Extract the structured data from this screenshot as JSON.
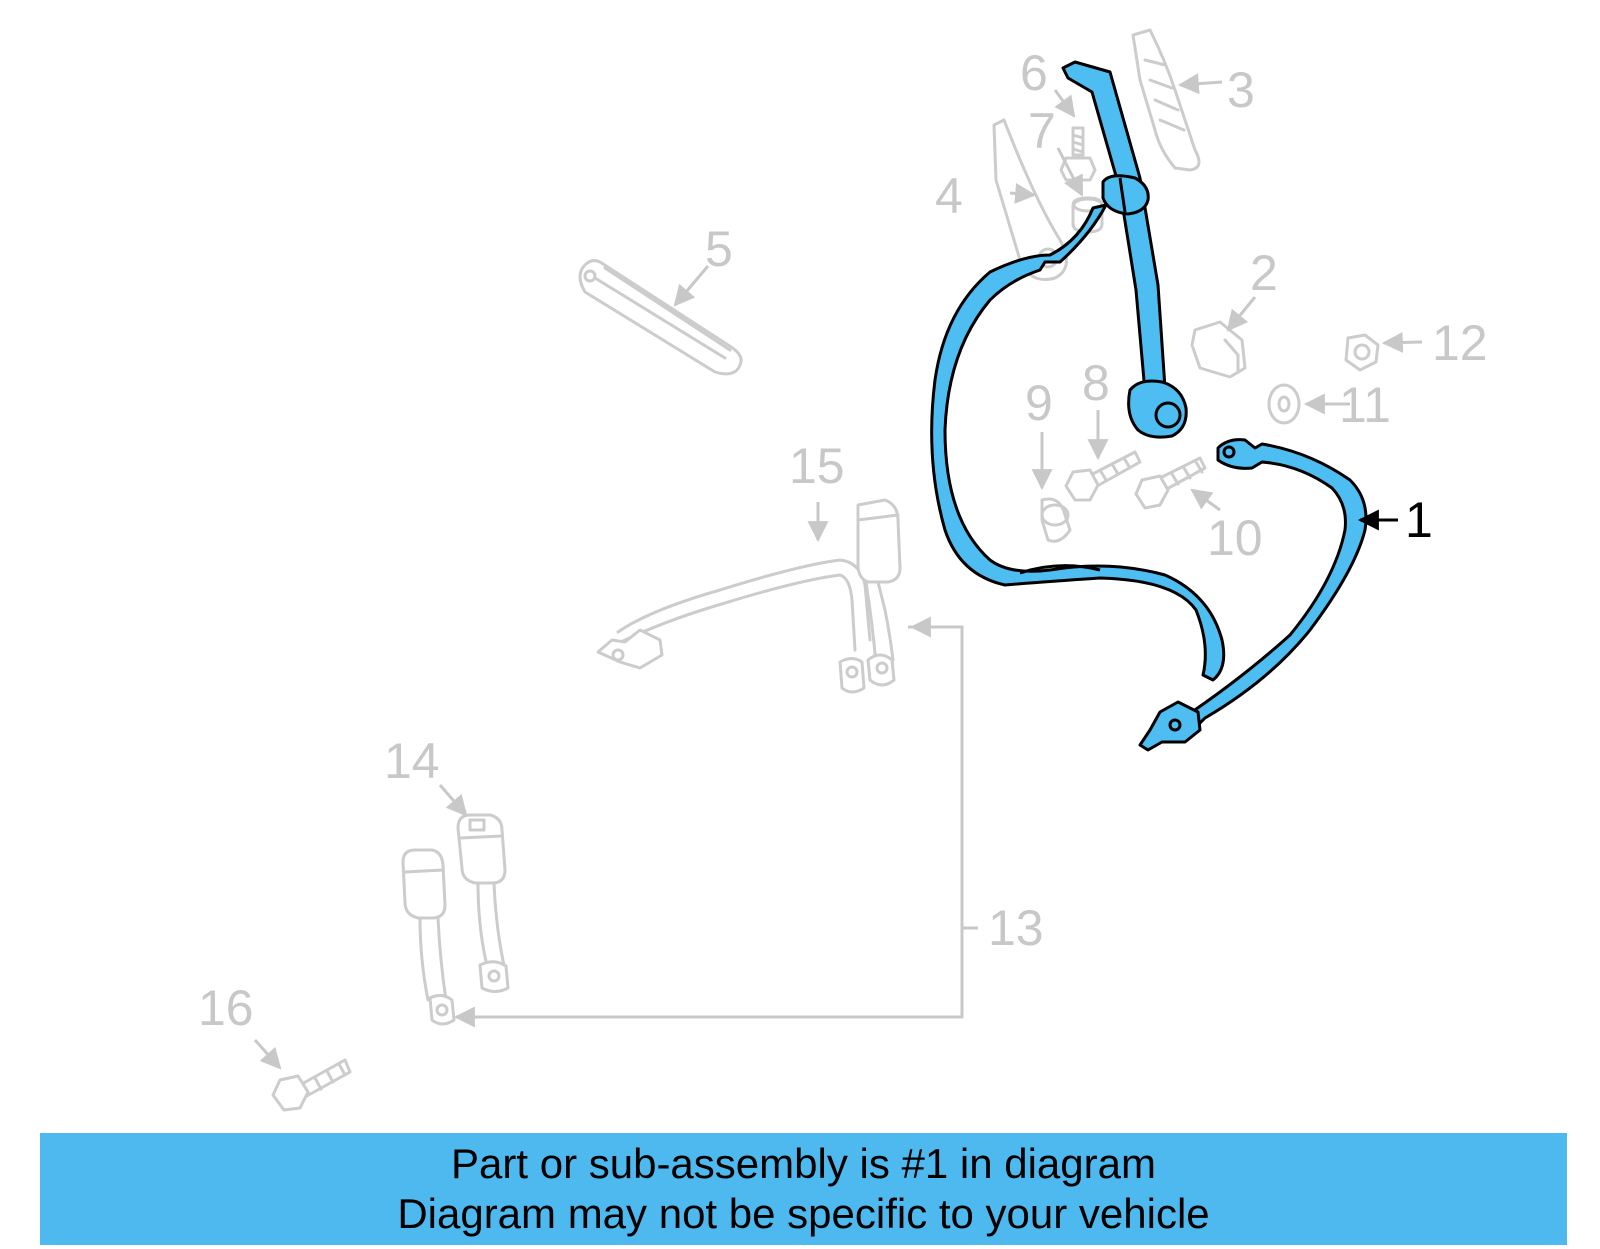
{
  "callouts": {
    "c1": "1",
    "c2": "2",
    "c3": "3",
    "c4": "4",
    "c5": "5",
    "c6": "6",
    "c7": "7",
    "c8": "8",
    "c9": "9",
    "c10": "10",
    "c11": "11",
    "c12": "12",
    "c13": "13",
    "c14": "14",
    "c15": "15",
    "c16": "16"
  },
  "banner": {
    "line1": "Part or sub-assembly is #1 in diagram",
    "line2": "Diagram may not be specific to your vehicle"
  },
  "colors": {
    "highlight_part": "#4ebdf2",
    "banner_background": "#4db9ef",
    "ghost_parts": "#cccccc"
  }
}
